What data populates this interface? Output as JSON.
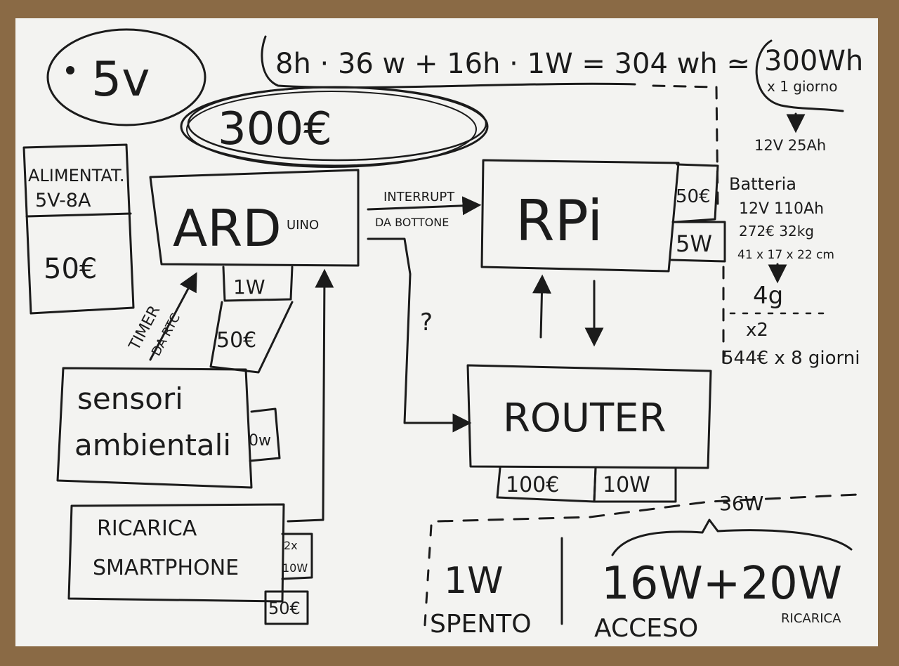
{
  "voltage": "5v",
  "energy_formula": "8h · 36 w + 16h · 1W = 304 wh ≃",
  "energy_total": "300Wh",
  "energy_period": "x 1 giorno",
  "battery_small": "12V 25Ah",
  "budget": "300€",
  "power_supply": {
    "label_line1": "ALIMENTAT.",
    "label_line2": "5V-8A",
    "price": "50€"
  },
  "arduino": {
    "main": "ARD",
    "suffix": "UINO",
    "power": "1W",
    "price": "50€"
  },
  "interrupt": {
    "line1": "INTERRUPT",
    "line2": "DA BOTTONE"
  },
  "timer": {
    "line1": "TIMER",
    "line2": "DA RTC"
  },
  "unknown_link": "?",
  "rpi": {
    "label": "RPi",
    "price": "50€",
    "power": "5W"
  },
  "battery": {
    "title": "Batteria",
    "spec": "12V 110Ah",
    "price_weight": "272€ 32kg",
    "dimensions": "41 x 17 x 22 cm",
    "days": "4g",
    "multiplier": "x2",
    "total": "544€ x 8 giorni"
  },
  "router": {
    "label": "ROUTER",
    "price": "100€",
    "power": "10W"
  },
  "sensors": {
    "line1": "sensori",
    "line2": "ambientali",
    "tag": "0w"
  },
  "charging": {
    "line1": "RICARICA",
    "line2": "SMARTPHONE",
    "power_line1": "2x",
    "power_line2": "10W",
    "price": "50€"
  },
  "consumption": {
    "total": "36W",
    "off_value": "1W",
    "off_label": "SPENTO",
    "on_value": "16W+20W",
    "on_label": "ACCESO",
    "charge_label": "RICARICA"
  },
  "colors": {
    "frame": "#8a6a45",
    "board": "#f3f3f1",
    "ink": "#1b1b1b"
  }
}
